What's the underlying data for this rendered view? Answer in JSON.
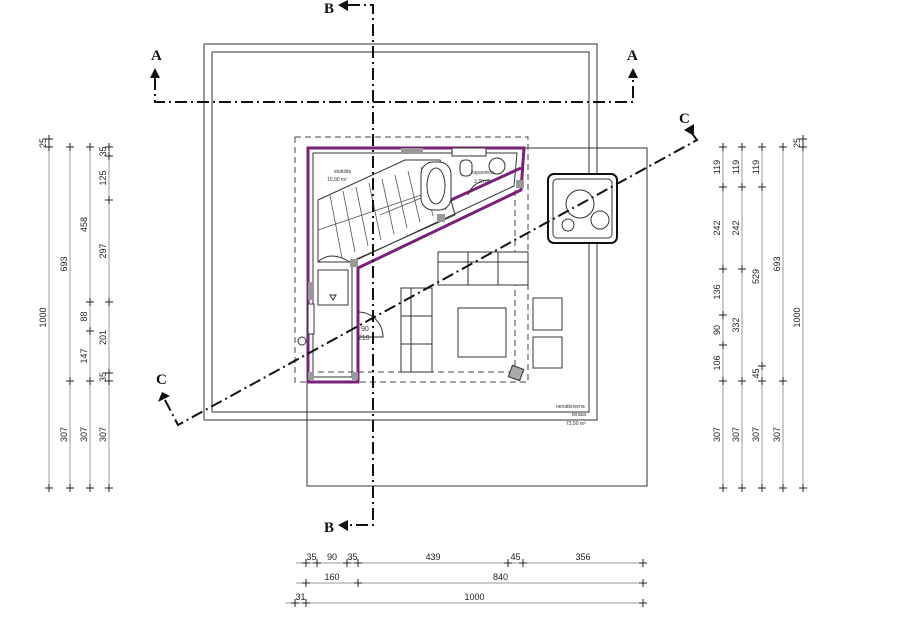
{
  "rooms": {
    "stairs": {
      "name": "stubište",
      "area": "10,90 m²"
    },
    "bathroom": {
      "name": "kupaonica",
      "area": "3,35 m²"
    },
    "terrace": {
      "name1": "nenatkrivena",
      "name2": "terasa",
      "area": "73,50 m²"
    }
  },
  "door": {
    "width": "90",
    "height": "210"
  },
  "sections": {
    "a": "A",
    "b": "B",
    "c": "C"
  },
  "dimensions": {
    "left": [
      [
        "25",
        "1000"
      ],
      [
        "693",
        "307"
      ],
      [
        "458",
        "88",
        "147",
        "307"
      ],
      [
        "35",
        "125",
        "297",
        "201",
        "35",
        "307"
      ]
    ],
    "right": [
      [
        "119",
        "242",
        "136",
        "90",
        "106",
        "307"
      ],
      [
        "119",
        "242",
        "332",
        "307"
      ],
      [
        "119",
        "529",
        "45",
        "307"
      ],
      [
        "693",
        "307"
      ],
      [
        "25",
        "1000"
      ]
    ],
    "bottom": [
      [
        "35",
        "90",
        "35",
        "439",
        "45",
        "356"
      ],
      [
        "160",
        "840"
      ],
      [
        "31",
        "1000"
      ]
    ]
  },
  "colors": {
    "wall": "#7a1f7a",
    "line": "#333333"
  }
}
